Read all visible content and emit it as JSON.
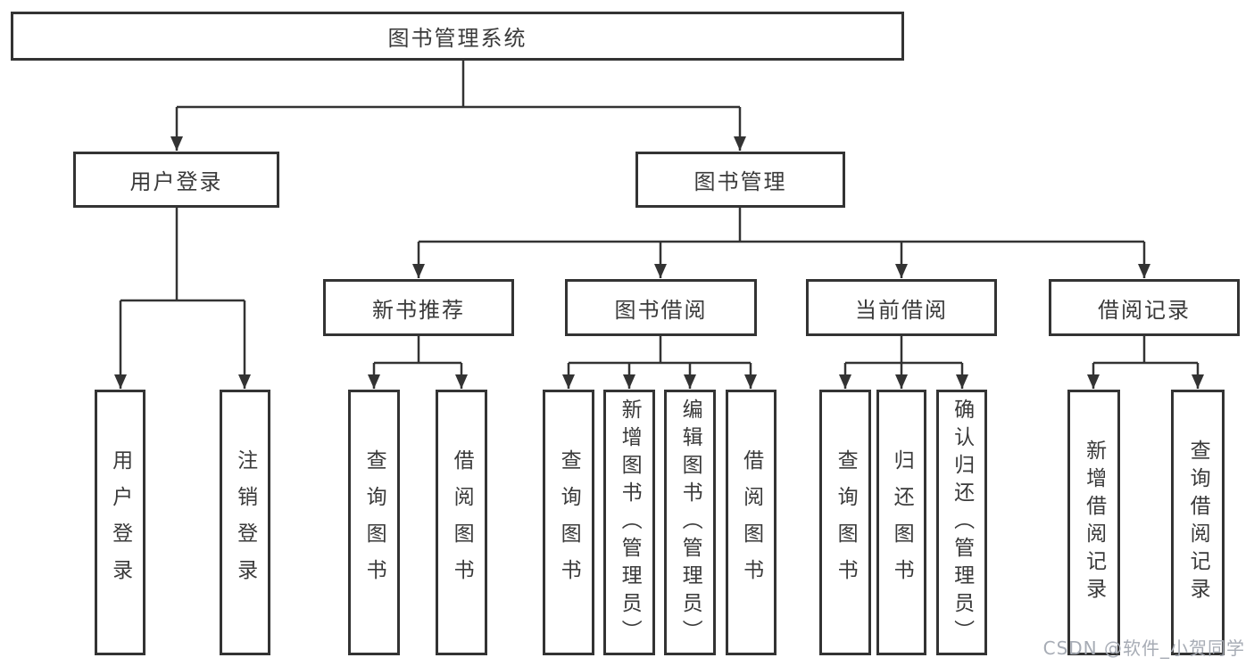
{
  "diagram": {
    "root": {
      "label": "图书管理系统"
    },
    "level2": [
      {
        "label": "用户登录",
        "children": [
          {
            "label": "用户登录"
          },
          {
            "label": "注销登录"
          }
        ]
      },
      {
        "label": "图书管理",
        "children": [
          {
            "label": "新书推荐",
            "children": [
              {
                "label": "查询图书"
              },
              {
                "label": "借阅图书"
              }
            ]
          },
          {
            "label": "图书借阅",
            "children": [
              {
                "label": "查询图书"
              },
              {
                "label": "新增图书（管理员）"
              },
              {
                "label": "编辑图书（管理员）"
              },
              {
                "label": "借阅图书"
              }
            ]
          },
          {
            "label": "当前借阅",
            "children": [
              {
                "label": "查询图书"
              },
              {
                "label": "归还图书"
              },
              {
                "label": "确认归还（管理员）"
              }
            ]
          },
          {
            "label": "借阅记录",
            "children": [
              {
                "label": "新增借阅记录"
              },
              {
                "label": "查询借阅记录"
              }
            ]
          }
        ]
      }
    ]
  },
  "watermark": {
    "text": "CSDN @软件_小贺同学"
  },
  "colors": {
    "line": "#333333",
    "text": "#3a3a3a",
    "background": "#ffffff",
    "watermark": "#a7acb5"
  }
}
